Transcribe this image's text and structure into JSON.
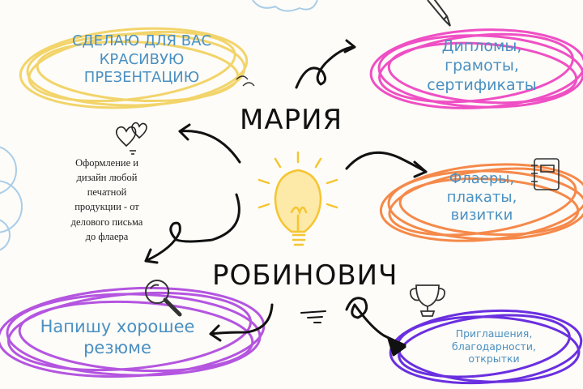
{
  "name": {
    "first": "МАРИЯ",
    "last": "РОБИНОВИЧ"
  },
  "description": {
    "lines": [
      "Оформление и",
      "дизайн любой",
      "печатной",
      "продукции -  от",
      "делового письма",
      "до флаера"
    ]
  },
  "bubbles": {
    "presentation": {
      "lines": [
        "СДЕЛАЮ ДЛЯ ВАС",
        "КРАСИВУЮ",
        "ПРЕЗЕНТАЦИЮ"
      ]
    },
    "diplomas": {
      "lines": [
        "Дипломы,",
        "грамоты,",
        "сертификаты"
      ]
    },
    "flyers": {
      "lines": [
        "Флаеры,",
        "плакаты,",
        "визитки"
      ]
    },
    "resume": {
      "lines": [
        "Напишу хорошее",
        "резюме"
      ]
    },
    "invitations": {
      "lines": [
        "Приглашения,",
        "благодарности,",
        "открытки"
      ]
    }
  },
  "colors": {
    "yellow": "#f2d46a",
    "pink": "#ef4fc4",
    "orange": "#f5894a",
    "purple": "#b455e0",
    "violet": "#6a2fe0",
    "lightblue": "#a9cde8",
    "bulb": "#f5c531",
    "text_blue": "#4a90c2"
  },
  "icons": [
    "lightbulb-icon",
    "pencil-icon",
    "hearts-icon",
    "notebook-icon",
    "magnifier-icon",
    "trophy-icon"
  ]
}
